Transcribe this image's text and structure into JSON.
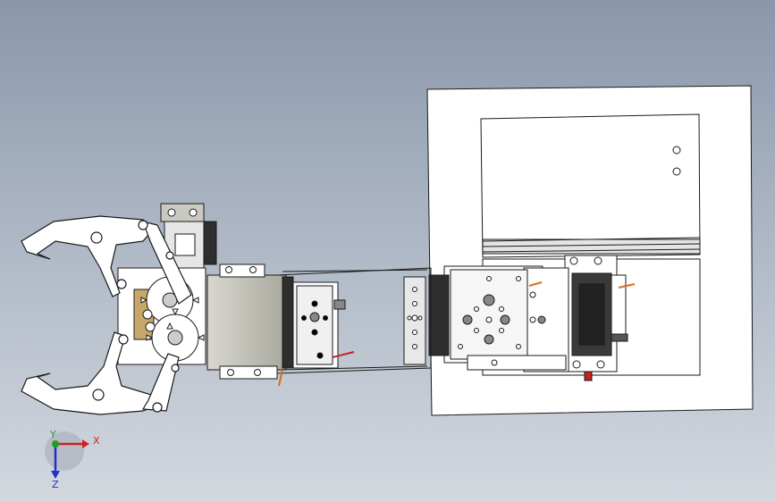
{
  "view": {
    "background_top": "#8a97ab",
    "background_bottom": "#d3d8df",
    "part_fill": "#ffffff",
    "part_stroke": "#1a1a1a",
    "servo_body": "#c9c9c0",
    "servo_dark": "#2e2e2e",
    "wire_orange": "#e06a1b",
    "wire_red": "#c4231f"
  },
  "triad": {
    "x_label": "X",
    "y_label": "Y",
    "z_label": "Z",
    "x_color": "#d41f1f",
    "y_color": "#20a020",
    "z_color": "#2030c8"
  }
}
